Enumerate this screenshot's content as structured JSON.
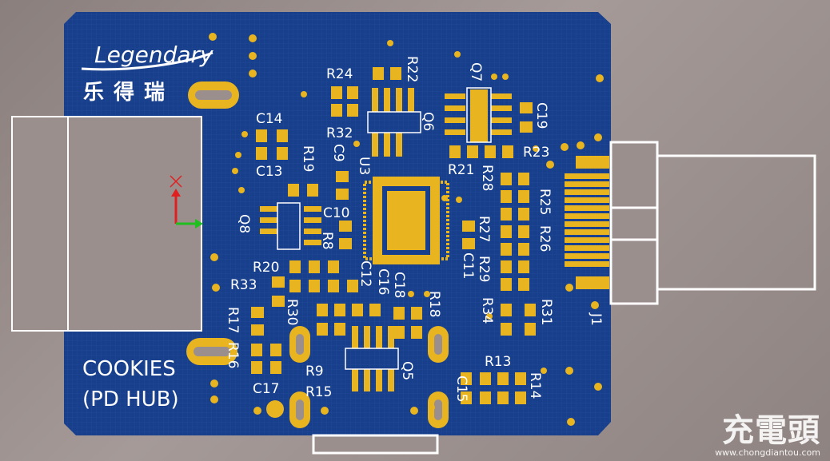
{
  "board": {
    "colors": {
      "soldermask": "#183f8c",
      "pad": "#e8b41f",
      "silk": "#ffffff",
      "background": "#9a8f8d",
      "axis_x": "#1fbf1f",
      "axis_y": "#e02020"
    },
    "logo": {
      "brand_script": "Legendary",
      "brand_cn": "乐得瑞"
    },
    "product_text": {
      "line1": "COOKIES",
      "line2": "(PD HUB)"
    },
    "designators": [
      "R24",
      "R22",
      "R32",
      "Q6",
      "Q7",
      "C19",
      "R23",
      "R21",
      "R28",
      "C14",
      "C13",
      "R19",
      "C9",
      "U3",
      "C10",
      "Q8",
      "R8",
      "R25",
      "R26",
      "R27",
      "R29",
      "R20",
      "R33",
      "R30",
      "C12",
      "C16",
      "C18",
      "C11",
      "R34",
      "R31",
      "R18",
      "R17",
      "R16",
      "C17",
      "R9",
      "R15",
      "Q5",
      "R13",
      "R14",
      "C15",
      "J1"
    ]
  },
  "watermark": {
    "logo_text": "充電頭",
    "url": "www.chongdiantou.com"
  }
}
